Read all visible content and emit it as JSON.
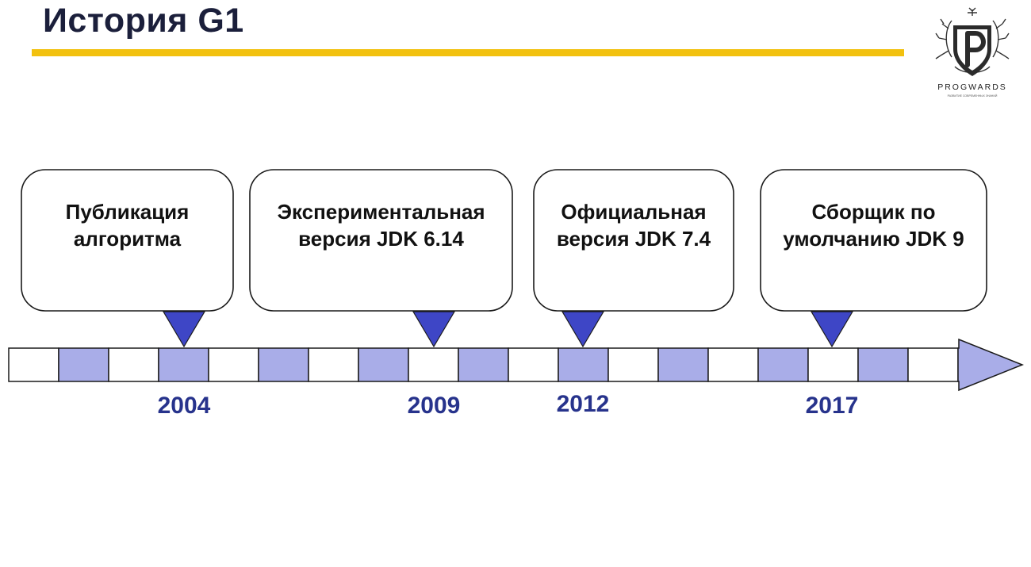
{
  "header": {
    "title": "История G1"
  },
  "logo": {
    "name": "PROGWARDS",
    "tagline": "РАЗВИТИЕ СОВРЕМЕННЫХ ЗНАНИЙ"
  },
  "colors": {
    "title": "#1b1f3b",
    "accent_bar": "#f2c10f",
    "segment_fill": "#a9ade8",
    "pointer_fill": "#3e46c6",
    "year_text": "#27338c"
  },
  "timeline": {
    "segments_pattern": [
      0,
      1,
      0,
      1,
      0,
      1,
      0,
      1,
      0,
      1,
      0,
      1,
      0,
      1,
      0,
      1,
      0,
      1,
      0,
      1
    ]
  },
  "events": [
    {
      "lines": [
        "Публикация",
        "алгоритма"
      ],
      "year": "2004"
    },
    {
      "lines": [
        "Экспериментальная",
        "версия JDK 6.14"
      ],
      "year": "2009"
    },
    {
      "lines": [
        "Официальная",
        "версия JDK 7.4"
      ],
      "year": "2012"
    },
    {
      "lines": [
        "Сборщик по",
        "умолчанию JDK 9"
      ],
      "year": "2017"
    }
  ]
}
